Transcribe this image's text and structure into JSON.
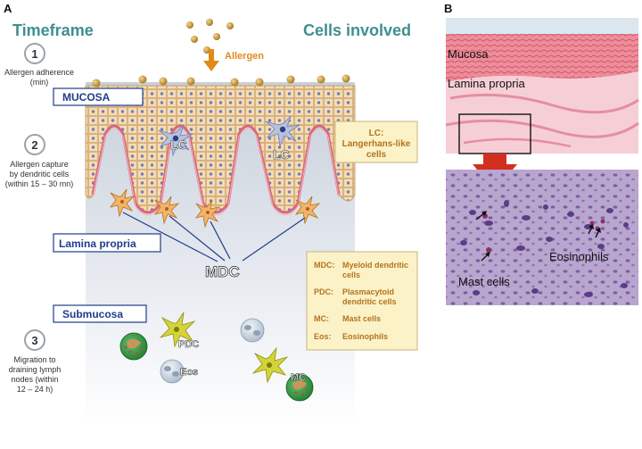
{
  "panel_a": {
    "label": "A",
    "header_left": "Timeframe",
    "header_right": "Cells involved",
    "allergen_label": "Allergen",
    "steps": [
      {
        "num": "1",
        "lines": [
          "Allergen adherence",
          "(min)"
        ]
      },
      {
        "num": "2",
        "lines": [
          "Allergen capture",
          "by dendritic cells",
          "(within 15 – 30 mn)"
        ]
      },
      {
        "num": "3",
        "lines": [
          "Migration to",
          "draining lymph",
          "nodes (within",
          "12 – 24 h)"
        ]
      }
    ],
    "layers": {
      "mucosa": "MUCOSA",
      "lamina_propria": "Lamina propria",
      "submucosa": "Submucosa"
    },
    "cell_labels": {
      "lc": "LC",
      "mdc": "MDC",
      "pdc": "PDC",
      "eos": "Eos",
      "mc": "MC"
    },
    "lc_box": {
      "line1": "LC:",
      "line2": "Langerhans-like",
      "line3": "cells"
    },
    "legend": [
      {
        "key": "MDC:",
        "lines": [
          "Myeloid dendritic",
          "cells"
        ]
      },
      {
        "key": "PDC:",
        "lines": [
          "Plasmacytoid",
          "dendritic cells"
        ]
      },
      {
        "key": "MC:",
        "lines": [
          "Mast cells"
        ]
      },
      {
        "key": "Eos:",
        "lines": [
          "Eosinophils"
        ]
      }
    ]
  },
  "panel_b": {
    "label": "B",
    "top_labels": {
      "mucosa": "Mucosa",
      "lamina_propria": "Lamina propria"
    },
    "bottom_labels": {
      "eosinophils": "Eosinophils",
      "mast_cells": "Mast cells"
    }
  },
  "colors": {
    "teal_heading": "#3f8f8f",
    "orange": "#e08a18",
    "navy": "#1f3d8a",
    "legend_text": "#b5731d"
  }
}
